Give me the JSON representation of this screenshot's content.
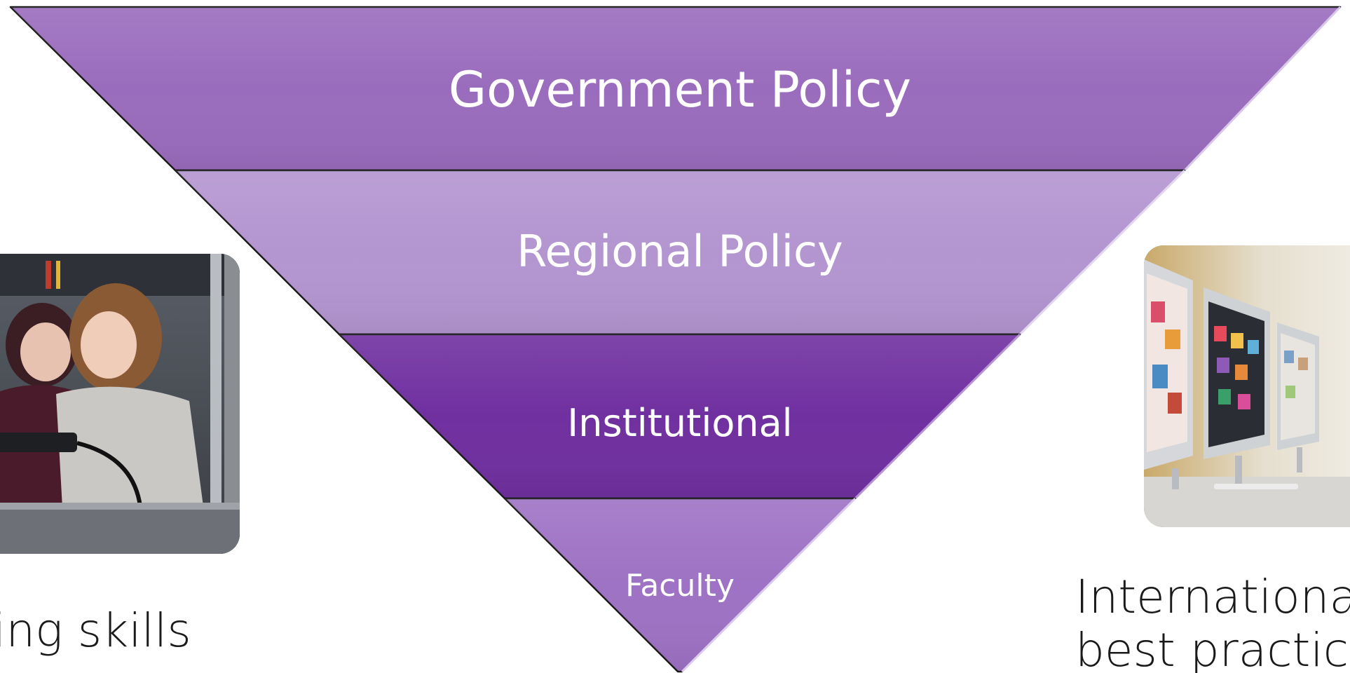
{
  "diagram": {
    "type": "inverted-pyramid",
    "tiers": [
      {
        "label": "Government Policy",
        "color": "#9a6cbd"
      },
      {
        "label": "Regional Policy",
        "color": "#b395d0"
      },
      {
        "label": "Institutional",
        "color": "#7030a0"
      },
      {
        "label": "Faculty",
        "color": "#9e72c4"
      }
    ],
    "outline_color": "#1a1a1a"
  },
  "images": {
    "left": "photo-students-workshop",
    "right": "photo-computer-lab"
  },
  "captions": {
    "left_line1": "ing skills",
    "right_line1": "Internationa",
    "right_line2": "best practic"
  }
}
